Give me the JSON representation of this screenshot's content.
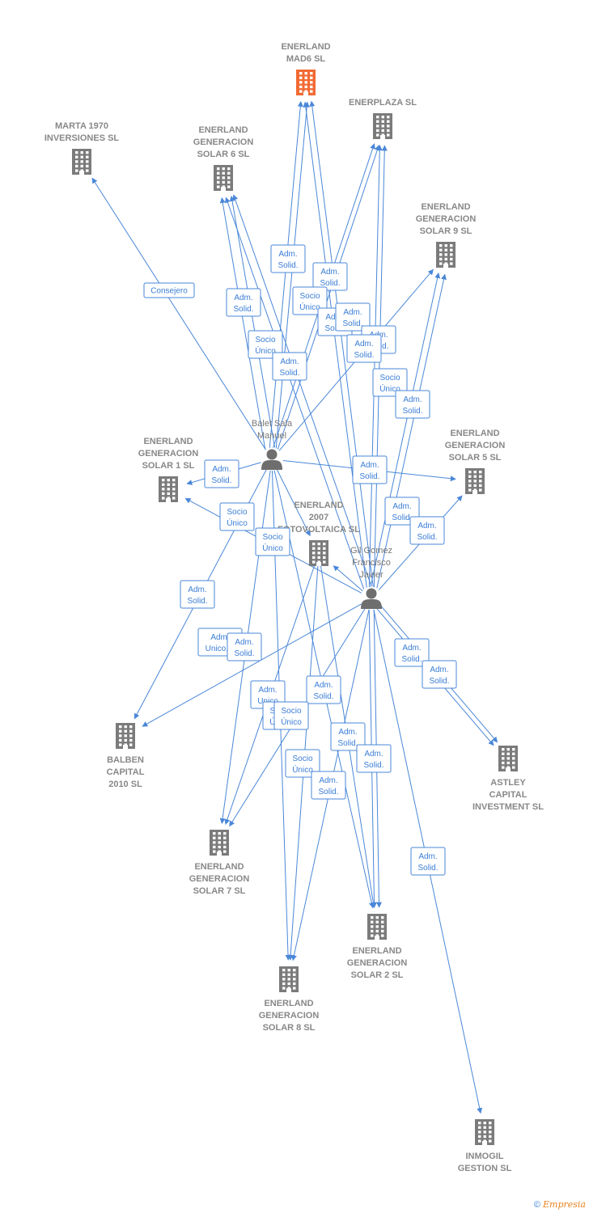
{
  "colors": {
    "edge": "#4a87d8",
    "company": "#7b7b7b",
    "highlight": "#f26a33",
    "person": "#6e6e6e"
  },
  "nodes": [
    {
      "id": "mad6",
      "type": "company",
      "highlight": true,
      "lines": [
        "ENERLAND",
        "MAD6  SL"
      ]
    },
    {
      "id": "enerplaza",
      "type": "company",
      "lines": [
        "ENERPLAZA SL"
      ]
    },
    {
      "id": "marta",
      "type": "company",
      "lines": [
        "MARTA 1970",
        "INVERSIONES SL"
      ]
    },
    {
      "id": "solar6",
      "type": "company",
      "lines": [
        "ENERLAND",
        "GENERACION",
        "SOLAR 6  SL"
      ]
    },
    {
      "id": "solar9",
      "type": "company",
      "lines": [
        "ENERLAND",
        "GENERACION",
        "SOLAR 9  SL"
      ]
    },
    {
      "id": "solar1",
      "type": "company",
      "lines": [
        "ENERLAND",
        "GENERACION",
        "SOLAR 1  SL"
      ]
    },
    {
      "id": "solar5",
      "type": "company",
      "lines": [
        "ENERLAND",
        "GENERACION",
        "SOLAR 5  SL"
      ]
    },
    {
      "id": "foto",
      "type": "company",
      "lines": [
        "ENERLAND",
        "2007",
        "FOTOVOLTAICA SL"
      ]
    },
    {
      "id": "balben",
      "type": "company",
      "lines": [
        "BALBEN",
        "CAPITAL",
        "2010 SL"
      ]
    },
    {
      "id": "astley",
      "type": "company",
      "lines": [
        "ASTLEY",
        "CAPITAL",
        "INVESTMENT SL"
      ]
    },
    {
      "id": "solar7",
      "type": "company",
      "lines": [
        "ENERLAND",
        "GENERACION",
        "SOLAR 7  SL"
      ]
    },
    {
      "id": "solar2",
      "type": "company",
      "lines": [
        "ENERLAND",
        "GENERACION",
        "SOLAR 2  SL"
      ]
    },
    {
      "id": "solar8",
      "type": "company",
      "lines": [
        "ENERLAND",
        "GENERACION",
        "SOLAR 8  SL"
      ]
    },
    {
      "id": "inmogil",
      "type": "company",
      "lines": [
        "INMOGIL",
        "GESTION SL"
      ]
    },
    {
      "id": "balet",
      "type": "person",
      "lines": [
        "Balet Sala",
        "Manuel"
      ]
    },
    {
      "id": "gil",
      "type": "person",
      "lines": [
        "Gil Gomez",
        "Francisco",
        "Javier"
      ]
    }
  ],
  "edge_labels": [
    {
      "lines": [
        "Consejero"
      ]
    },
    {
      "lines": [
        "Adm.",
        "Solid."
      ]
    },
    {
      "lines": [
        "Adm.",
        "Solid."
      ]
    },
    {
      "lines": [
        "Adm.",
        "Solid."
      ]
    },
    {
      "lines": [
        "Socio",
        "Único"
      ]
    },
    {
      "lines": [
        "Socio",
        "Único"
      ]
    },
    {
      "lines": [
        "Adm.",
        "Solid."
      ]
    },
    {
      "lines": [
        "Adm.",
        "Solid."
      ]
    },
    {
      "lines": [
        "Adm.",
        "Solid."
      ]
    },
    {
      "lines": [
        "Adm.",
        "Solid."
      ]
    },
    {
      "lines": [
        "Adm.",
        "Solid."
      ]
    },
    {
      "lines": [
        "Socio",
        "Único"
      ]
    },
    {
      "lines": [
        "Adm.",
        "Solid."
      ]
    },
    {
      "lines": [
        "Adm.",
        "Solid."
      ]
    },
    {
      "lines": [
        "Adm.",
        "Solid."
      ]
    },
    {
      "lines": [
        "Socio",
        "Único"
      ]
    },
    {
      "lines": [
        "Adm.",
        "Solid."
      ]
    },
    {
      "lines": [
        "Socio",
        "Único"
      ]
    },
    {
      "lines": [
        "Adm.",
        "Solid."
      ]
    },
    {
      "lines": [
        "Adm.",
        "Solid."
      ]
    },
    {
      "lines": [
        "Adm.",
        "Unico,..."
      ]
    },
    {
      "lines": [
        "Adm.",
        "Solid."
      ]
    },
    {
      "lines": [
        "Adm.",
        "Solid."
      ]
    },
    {
      "lines": [
        "Adm.",
        "Solid."
      ]
    },
    {
      "lines": [
        "Adm.",
        "Unico"
      ]
    },
    {
      "lines": [
        "Socio",
        "Único"
      ]
    },
    {
      "lines": [
        "Adm.",
        "Solid."
      ]
    },
    {
      "lines": [
        "Adm.",
        "Solid."
      ]
    },
    {
      "lines": [
        "Adm.",
        "Solid."
      ]
    },
    {
      "lines": [
        "Socio",
        "Único"
      ]
    },
    {
      "lines": [
        "Adm.",
        "Solid."
      ]
    },
    {
      "lines": [
        "Socio",
        "Único"
      ]
    },
    {
      "lines": [
        "Adm.",
        "Solid."
      ]
    },
    {
      "lines": [
        "Adm.",
        "Unico,..."
      ]
    }
  ],
  "footer": {
    "copyright": "©",
    "brand": "Empresia"
  }
}
